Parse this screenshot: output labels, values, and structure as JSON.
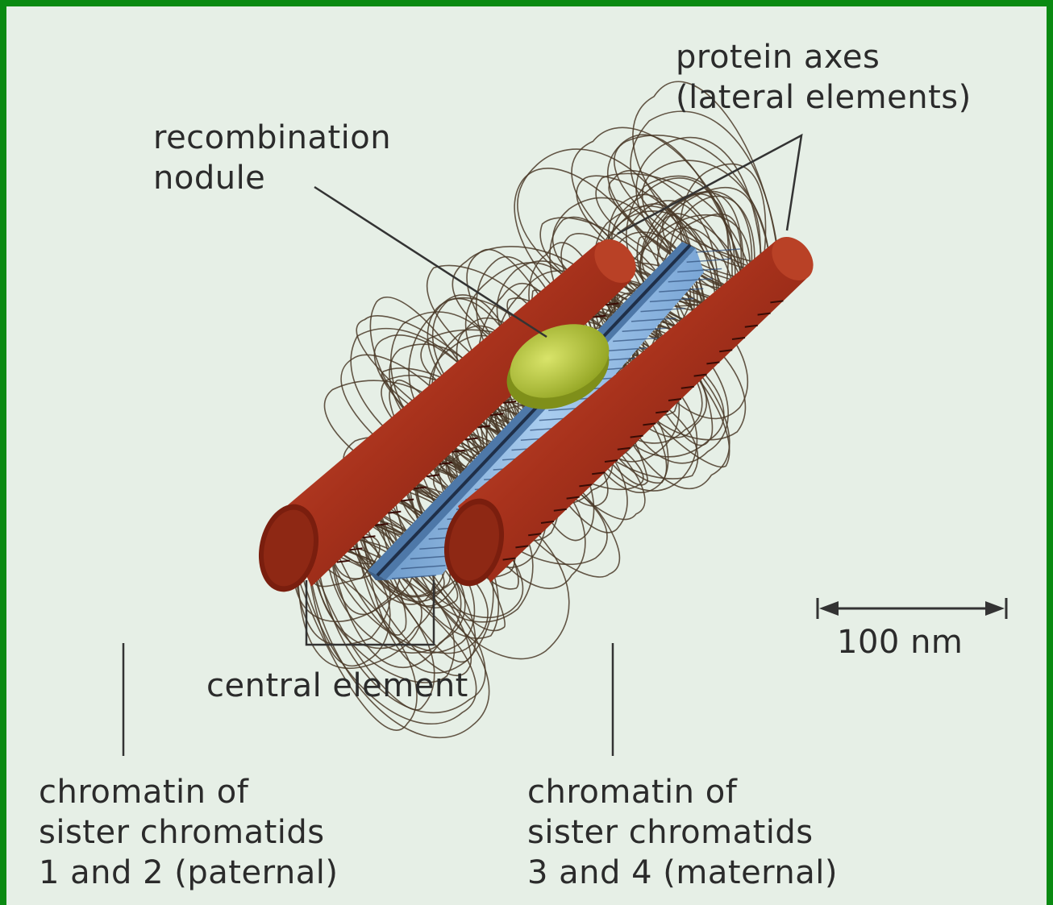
{
  "labels": {
    "protein_axes": {
      "line1": "protein axes",
      "line2": "(lateral elements)"
    },
    "recombination_nodule": {
      "line1": "recombination",
      "line2": "nodule"
    },
    "scale_bar": "100 nm",
    "central_element": "central element",
    "chromatin_left": {
      "line1": "chromatin of",
      "line2": "sister chromatids",
      "line3": "1 and 2 (paternal)"
    },
    "chromatin_right": {
      "line1": "chromatin of",
      "line2": "sister chromatids",
      "line3": "3 and 4 (maternal)"
    }
  },
  "colors": {
    "border": "#0a8a12",
    "background": "#e6efe6",
    "lateral_element": "#a8321c",
    "central_element": "#8fb8e0",
    "nodule": "#b4c634",
    "chromatin": "#4a3a28",
    "text": "#2b2b2b"
  }
}
